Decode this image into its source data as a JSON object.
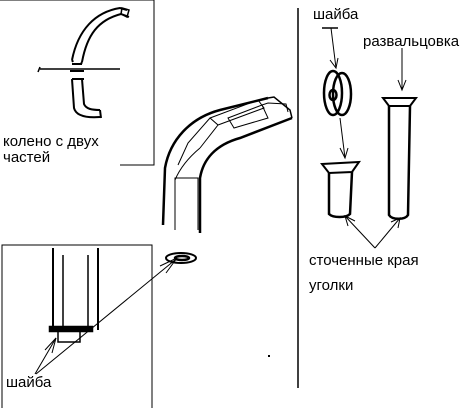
{
  "labels": {
    "elbow_line1": "колено с двух",
    "elbow_line2": "частей",
    "washer_bottom": "шайба",
    "washer_top": "шайба",
    "flaring": "развальцовка",
    "turned_edges": "сточенные края",
    "corners": "уголки"
  }
}
